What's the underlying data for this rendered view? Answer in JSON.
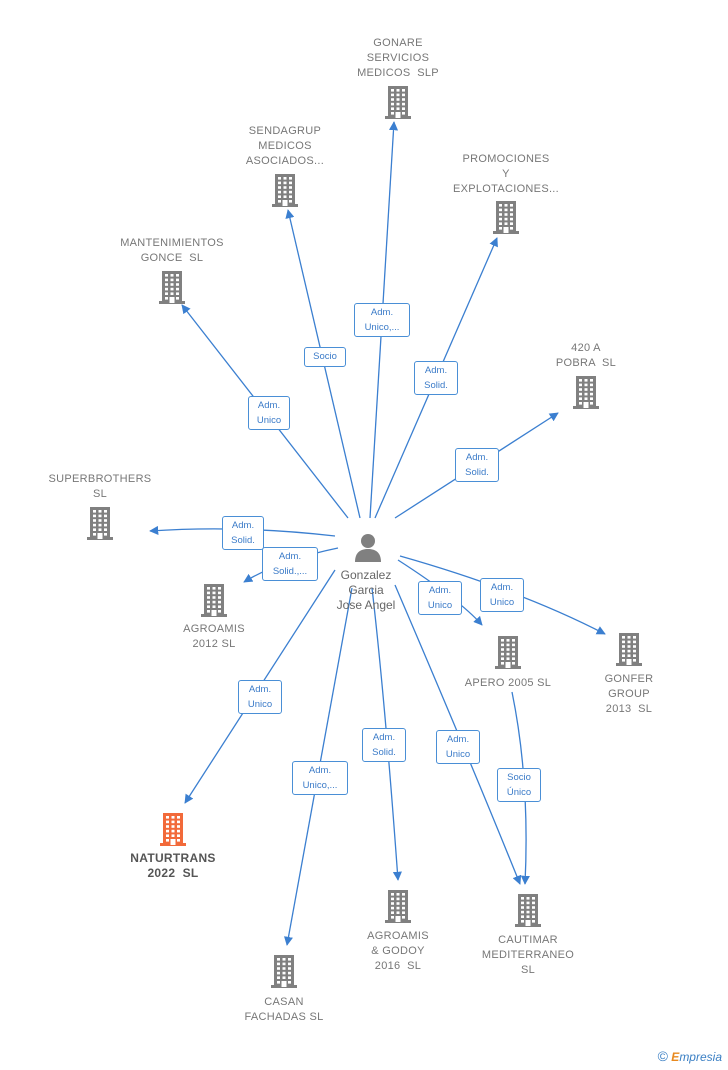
{
  "center": {
    "name_lines": [
      "Gonzalez",
      "Garcia",
      "Jose Angel"
    ]
  },
  "companies": [
    {
      "id": "gonare",
      "lines": [
        "GONARE",
        "SERVICIOS",
        "MEDICOS  SLP"
      ],
      "highlight": false
    },
    {
      "id": "sendagrup",
      "lines": [
        "SENDAGRUP",
        "MEDICOS",
        "ASOCIADOS..."
      ],
      "highlight": false
    },
    {
      "id": "promociones",
      "lines": [
        "PROMOCIONES",
        "Y",
        "EXPLOTACIONES..."
      ],
      "highlight": false
    },
    {
      "id": "mantenimientos",
      "lines": [
        "MANTENIMIENTOS",
        "GONCE  SL"
      ],
      "highlight": false
    },
    {
      "id": "pobra",
      "lines": [
        "420 A",
        "POBRA  SL"
      ],
      "highlight": false
    },
    {
      "id": "superbrothers",
      "lines": [
        "SUPERBROTHERS",
        "SL"
      ],
      "highlight": false
    },
    {
      "id": "agroamis2012",
      "lines": [
        "AGROAMIS",
        "2012 SL"
      ],
      "highlight": false
    },
    {
      "id": "apero",
      "lines": [
        "APERO 2005 SL"
      ],
      "highlight": false
    },
    {
      "id": "gonfer",
      "lines": [
        "GONFER",
        "GROUP",
        "2013  SL"
      ],
      "highlight": false
    },
    {
      "id": "naturtrans",
      "lines": [
        "NATURTRANS",
        "2022  SL"
      ],
      "highlight": true
    },
    {
      "id": "agroamisgodoy",
      "lines": [
        "AGROAMIS",
        "& GODOY",
        "2016  SL"
      ],
      "highlight": false
    },
    {
      "id": "cautimar",
      "lines": [
        "CAUTIMAR",
        "MEDITERRANEO",
        "SL"
      ],
      "highlight": false
    },
    {
      "id": "casan",
      "lines": [
        "CASAN",
        "FACHADAS SL"
      ],
      "highlight": false
    }
  ],
  "relations": [
    {
      "to": "gonare",
      "lines": [
        "Adm.",
        "Unico,..."
      ]
    },
    {
      "to": "sendagrup",
      "lines": [
        "Socio"
      ]
    },
    {
      "to": "promociones",
      "lines": [
        "Adm.",
        "Solid."
      ]
    },
    {
      "to": "mantenimientos",
      "lines": [
        "Adm.",
        "Unico"
      ]
    },
    {
      "to": "pobra",
      "lines": [
        "Adm.",
        "Solid."
      ]
    },
    {
      "to": "superbrothers",
      "lines": [
        "Adm.",
        "Solid."
      ]
    },
    {
      "to": "agroamis2012",
      "lines": [
        "Adm.",
        "Solid.,..."
      ]
    },
    {
      "to": "apero",
      "lines": [
        "Adm.",
        "Unico"
      ]
    },
    {
      "to": "gonfer",
      "lines": [
        "Adm.",
        "Unico"
      ]
    },
    {
      "to": "naturtrans",
      "lines": [
        "Adm.",
        "Unico"
      ]
    },
    {
      "to": "casan",
      "lines": [
        "Adm.",
        "Unico,..."
      ]
    },
    {
      "to": "agroamisgodoy",
      "lines": [
        "Adm.",
        "Solid."
      ]
    },
    {
      "to": "cautimar",
      "lines": [
        "Adm.",
        "Unico"
      ]
    },
    {
      "from": "apero",
      "to": "cautimar",
      "lines": [
        "Socio",
        "Único"
      ]
    }
  ],
  "colors": {
    "edge": "#3b7fd0",
    "building": "#808080",
    "building_highlight": "#f26a3a"
  },
  "footer": {
    "copyright": "©",
    "brand_first": "E",
    "brand_rest": "mpresia"
  }
}
